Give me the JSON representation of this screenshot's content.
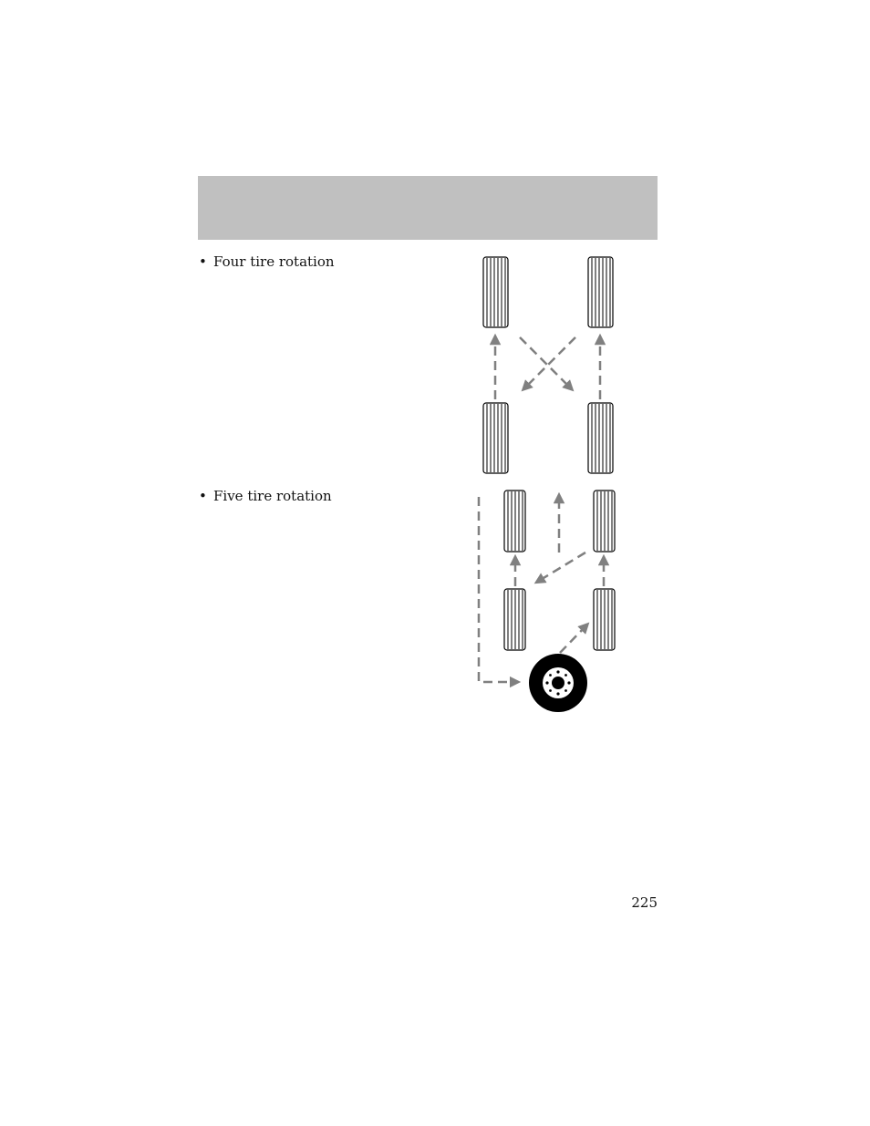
{
  "header": {
    "band_color": "#c0c0c0"
  },
  "items": [
    {
      "bullet": "•",
      "label": "Four tire rotation"
    },
    {
      "bullet": "•",
      "label": "Five tire rotation"
    }
  ],
  "page_number": "225",
  "colors": {
    "arrow": "#808080",
    "tire_outline": "#000000",
    "page": "#ffffff"
  },
  "diagrams": {
    "four_tire": {
      "icon": "tire-rotation-four-diagram",
      "tire_count": 4
    },
    "five_tire": {
      "icon": "tire-rotation-five-diagram",
      "tire_count": 5,
      "spare": "spare-wheel-icon"
    }
  }
}
